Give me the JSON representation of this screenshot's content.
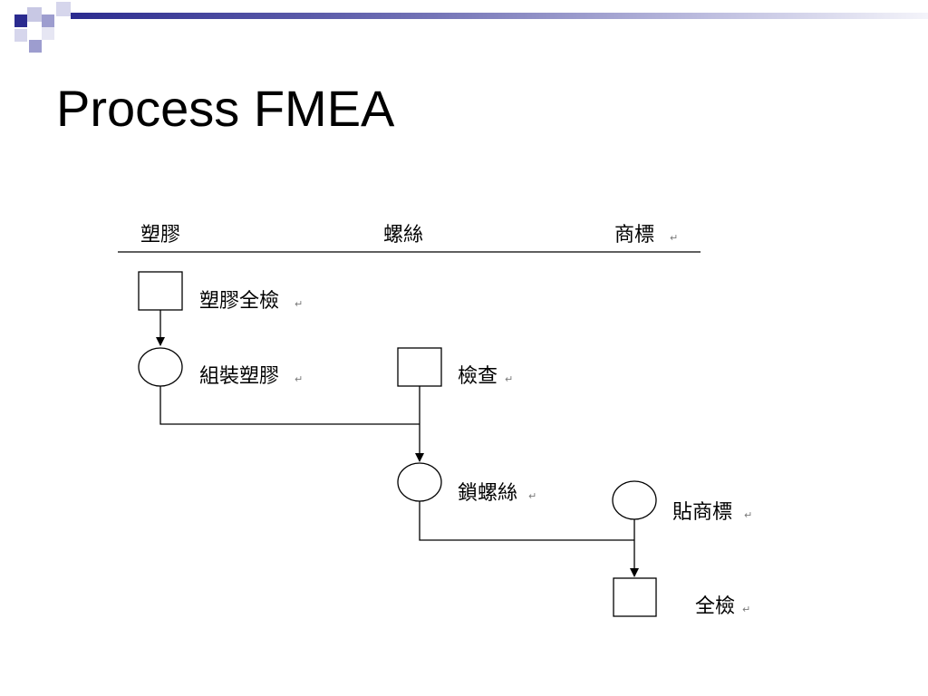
{
  "slide": {
    "title": "Process FMEA"
  },
  "header": {
    "columns": [
      "塑膠",
      "螺絲",
      "商標"
    ]
  },
  "nodes": {
    "inspect_plastic": {
      "shape": "square",
      "label": "塑膠全檢"
    },
    "assemble_plastic": {
      "shape": "circle",
      "label": "組裝塑膠"
    },
    "inspect_screw": {
      "shape": "square",
      "label": "檢查"
    },
    "lock_screw": {
      "shape": "circle",
      "label": "鎖螺絲"
    },
    "apply_label": {
      "shape": "circle",
      "label": "貼商標"
    },
    "final_inspection": {
      "shape": "square",
      "label": "全檢"
    }
  },
  "edges": [
    {
      "from": "inspect_plastic",
      "to": "assemble_plastic",
      "arrow": true
    },
    {
      "from": "assemble_plastic",
      "to": "lock_screw",
      "arrow": true
    },
    {
      "from": "inspect_screw",
      "to": "lock_screw",
      "arrow": true
    },
    {
      "from": "lock_screw",
      "to": "final_inspection",
      "arrow": true
    },
    {
      "from": "apply_label",
      "to": "final_inspection",
      "arrow": true
    }
  ],
  "symbols": {
    "return_mark": "↵"
  },
  "colors": {
    "accent": "#2b2b8f",
    "accent_light": "#9d9dcf",
    "line": "#000000"
  }
}
